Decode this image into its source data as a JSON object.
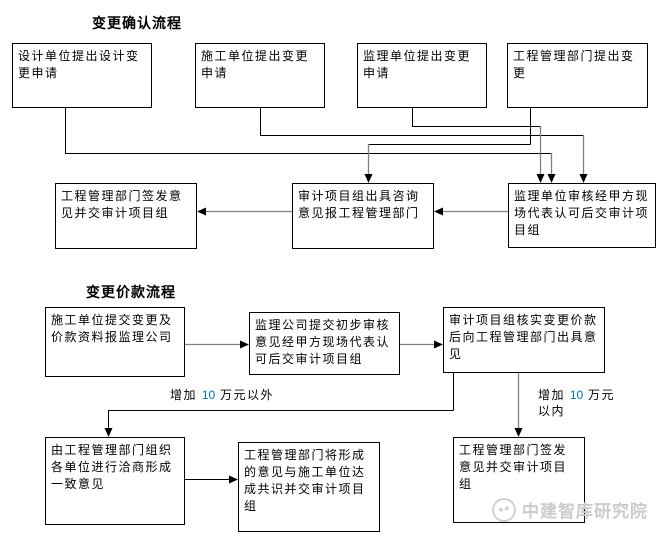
{
  "section1": {
    "title": "变更确认流程",
    "boxes": {
      "design_request": "设计单位提出设计变更申请",
      "construction_request": "施工单位提出变更申请",
      "supervision_request": "监理单位提出变更申请",
      "management_request": "工程管理部门提出变更",
      "management_sign": "工程管理部门签发意见并交审计项目组",
      "audit_advice": "审计项目组出具咨询意见报工程管理部门",
      "supervision_review": "监理单位审核经甲方现场代表认可后交审计项目组"
    }
  },
  "section2": {
    "title": "变更价款流程",
    "boxes": {
      "construction_submit": "施工单位提交变更及价款资料报监理公司",
      "supervision_preliminary": "监理公司提交初步审核意见经甲方现场代表认可后交审计项目组",
      "audit_verify": "审计项目组核实变更价款后向工程管理部门出具意见",
      "management_negotiate": "由工程管理部门组织各单位进行洽商形成一致意见",
      "management_consensus": "工程管理部门将形成的意见与施工单位达成共识并交审计项目组",
      "management_issue": "工程管理部门签发意见并交审计项目组"
    },
    "labels": {
      "above_limit": {
        "prefix": "增加 ",
        "amount": "10",
        "suffix": " 万元以外"
      },
      "within_limit": {
        "prefix": "增加 ",
        "amount": "10",
        "suffix": " 万元以内"
      }
    }
  },
  "watermark": {
    "text": "中建智库研究院"
  },
  "colors": {
    "amount_blue": "#0070C0",
    "line_black": "#000000",
    "arrow_gray": "#808080",
    "watermark_gray": "#d2d2d2"
  }
}
